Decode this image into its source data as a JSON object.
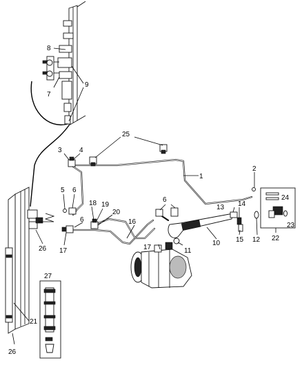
{
  "callouts": [
    {
      "id": "c1",
      "text": "1"
    },
    {
      "id": "c2",
      "text": "2"
    },
    {
      "id": "c3",
      "text": "3"
    },
    {
      "id": "c4",
      "text": "4"
    },
    {
      "id": "c5",
      "text": "5"
    },
    {
      "id": "c6a",
      "text": "6"
    },
    {
      "id": "c6b",
      "text": "6"
    },
    {
      "id": "c6c",
      "text": "6"
    },
    {
      "id": "c7",
      "text": "7"
    },
    {
      "id": "c8",
      "text": "8"
    },
    {
      "id": "c9",
      "text": "9"
    },
    {
      "id": "c10",
      "text": "10"
    },
    {
      "id": "c11",
      "text": "11"
    },
    {
      "id": "c12",
      "text": "12"
    },
    {
      "id": "c13",
      "text": "13"
    },
    {
      "id": "c14",
      "text": "14"
    },
    {
      "id": "c15",
      "text": "15"
    },
    {
      "id": "c16",
      "text": "16"
    },
    {
      "id": "c17a",
      "text": "17"
    },
    {
      "id": "c17b",
      "text": "17"
    },
    {
      "id": "c18",
      "text": "18"
    },
    {
      "id": "c19",
      "text": "19"
    },
    {
      "id": "c20",
      "text": "20"
    },
    {
      "id": "c21",
      "text": "21"
    },
    {
      "id": "c22",
      "text": "22"
    },
    {
      "id": "c23",
      "text": "23"
    },
    {
      "id": "c24",
      "text": "24"
    },
    {
      "id": "c25",
      "text": "25"
    },
    {
      "id": "c26a",
      "text": "26"
    },
    {
      "id": "c26b",
      "text": "26"
    },
    {
      "id": "c27",
      "text": "27"
    }
  ]
}
